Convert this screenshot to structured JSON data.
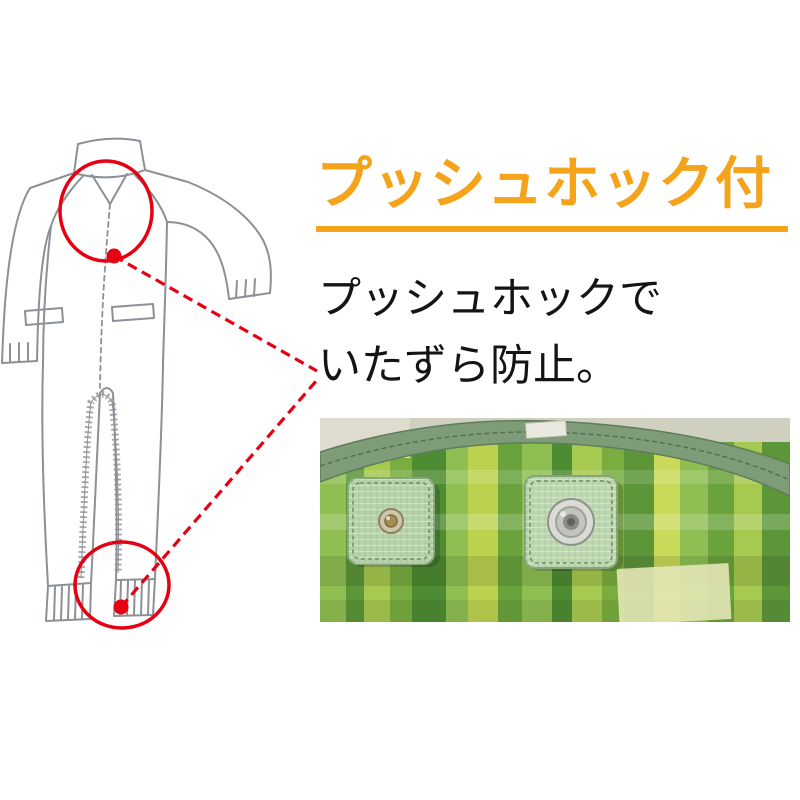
{
  "title": {
    "text": "プッシュホック付"
  },
  "description": {
    "line1": "プッシュホックで",
    "line2": "いたずら防止。"
  },
  "colors": {
    "accent": "#f5a31b",
    "red": "#e60012",
    "line-gray": "#8b9196"
  }
}
